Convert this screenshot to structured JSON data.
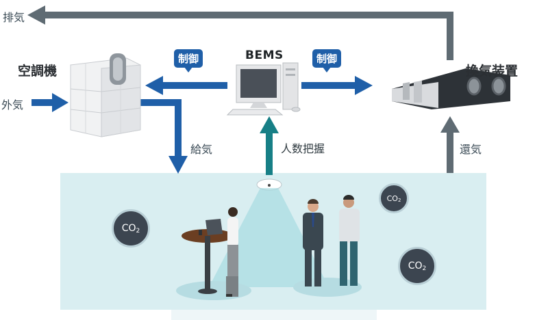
{
  "labels": {
    "exhaust": "排気",
    "air_conditioner": "空調機",
    "outside_air": "外気",
    "supply_air": "給気",
    "bems": "BEMS",
    "control_left": "制御",
    "control_right": "制御",
    "occupancy_sensing": "人数把握",
    "ventilator": "換気装置",
    "return_air": "還気"
  },
  "co2": [
    {
      "main": "CO",
      "sub": "2"
    },
    {
      "main": "CO",
      "sub": "2"
    },
    {
      "main": "CO",
      "sub": "2"
    }
  ],
  "colors": {
    "blue_arrow": "#1f5fa8",
    "gray_arrow": "#5f6b73",
    "teal_arrow": "#177f86",
    "room_fill": "#d9eef1"
  }
}
